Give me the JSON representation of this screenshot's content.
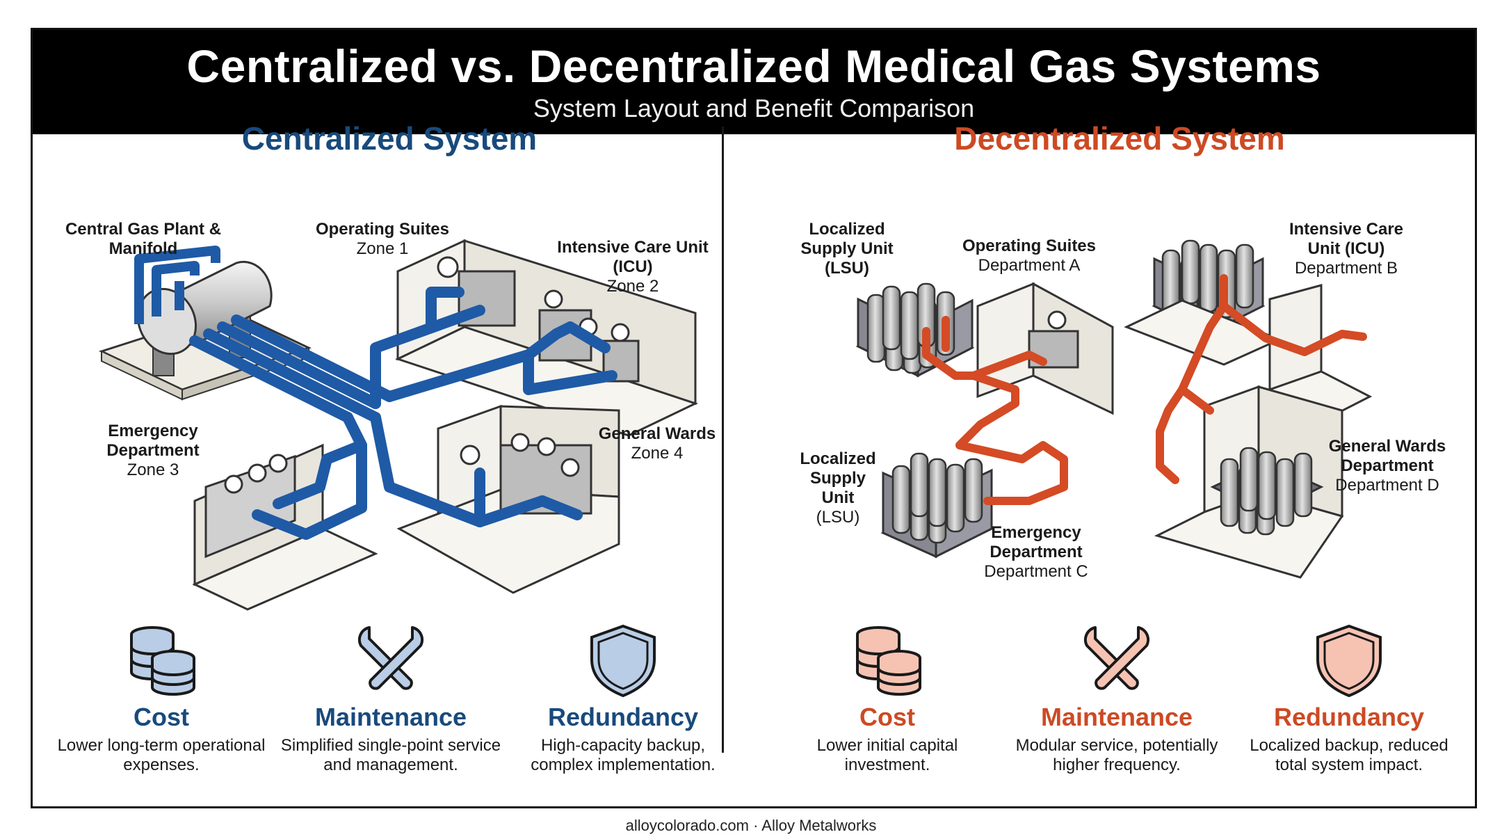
{
  "header": {
    "title": "Centralized vs. Decentralized Medical Gas Systems",
    "subtitle": "System Layout and Benefit Comparison"
  },
  "colors": {
    "central": "#1f5aa6",
    "central_dark": "#184a7c",
    "decentral": "#d44b25",
    "decentral_text": "#cc4a24"
  },
  "centralized": {
    "title": "Centralized System",
    "labels": {
      "plant": {
        "bold": "Central Gas Plant & Manifold",
        "normal": ""
      },
      "operating": {
        "bold": "Operating Suites",
        "normal": "Zone 1"
      },
      "icu": {
        "bold": "Intensive Care Unit (ICU)",
        "normal": "Zone 2"
      },
      "emergency": {
        "bold": "Emergency Department",
        "normal": "Zone 3"
      },
      "wards": {
        "bold": "General Wards",
        "normal": "Zone 4"
      }
    },
    "benefits": [
      {
        "icon": "coins-icon",
        "title": "Cost",
        "desc": "Lower long-term operational expenses."
      },
      {
        "icon": "wrench-icon",
        "title": "Maintenance",
        "desc": "Simplified single-point service and management."
      },
      {
        "icon": "shield-icon",
        "title": "Redundancy",
        "desc": "High-capacity backup, complex implementation."
      }
    ]
  },
  "decentralized": {
    "title": "Decentralized System",
    "labels": {
      "lsu1": {
        "bold": "Localized Supply Unit (LSU)",
        "normal": ""
      },
      "operating": {
        "bold": "Operating Suites",
        "normal": "Department A"
      },
      "icu": {
        "bold": "Intensive Care Unit (ICU)",
        "normal": "Department B"
      },
      "lsu2": {
        "bold": "Localized Supply Unit",
        "normal": "(LSU)"
      },
      "emergency": {
        "bold": "Emergency Department",
        "normal": "Department C"
      },
      "wards": {
        "bold": "General Wards Department",
        "normal": "Department D"
      }
    },
    "benefits": [
      {
        "icon": "coins-icon",
        "title": "Cost",
        "desc": "Lower initial capital investment."
      },
      {
        "icon": "wrench-icon",
        "title": "Maintenance",
        "desc": "Modular service, potentially higher frequency."
      },
      {
        "icon": "shield-icon",
        "title": "Redundancy",
        "desc": "Localized backup, reduced total system impact."
      }
    ]
  },
  "footer": {
    "text": "alloycolorado.com · Alloy Metalworks"
  }
}
